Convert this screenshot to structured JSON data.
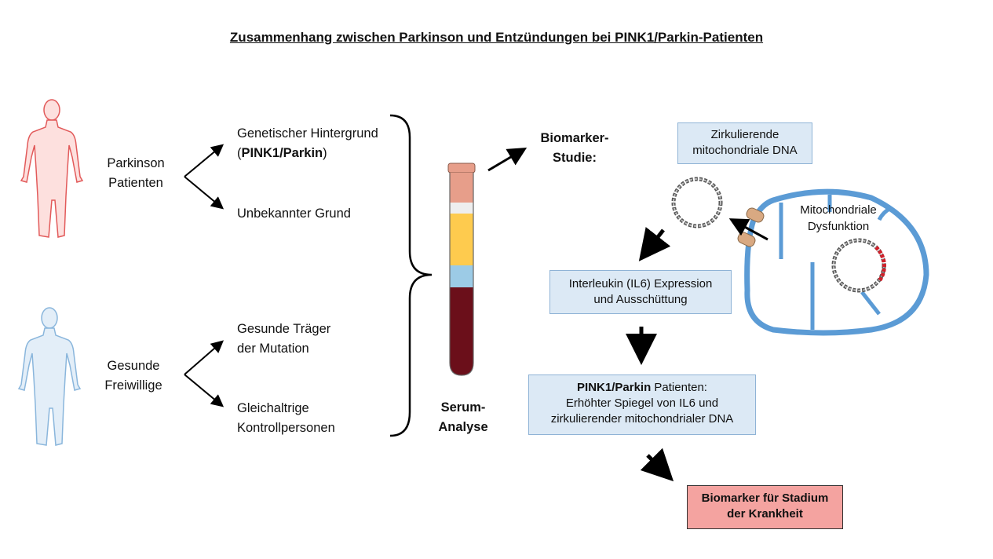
{
  "title": "Zusammenhang zwischen Parkinson und Entzündungen bei PINK1/Parkin-Patienten",
  "groups": {
    "patients": {
      "line1": "Parkinson",
      "line2": "Patienten",
      "color": "#e25a5a"
    },
    "volunteers": {
      "line1": "Gesunde",
      "line2": "Freiwillige",
      "color": "#8ab6dc"
    }
  },
  "branches": {
    "genetic_line1": "Genetischer Hintergrund",
    "genetic_paren_open": "(",
    "genetic_bold": "PINK1/Parkin",
    "genetic_paren_close": ")",
    "unknown": "Unbekannter Grund",
    "carriers_line1": "Gesunde Träger",
    "carriers_line2": "der Mutation",
    "controls_line1": "Gleichaltrige",
    "controls_line2": "Kontrollpersonen"
  },
  "serum": {
    "line1": "Serum-",
    "line2": "Analyse"
  },
  "biomarker": {
    "line1": "Biomarker-",
    "line2": "Studie:"
  },
  "boxes": {
    "mtdna_line1": "Zirkulierende",
    "mtdna_line2": "mitochondriale DNA",
    "il6_line1": "Interleukin (IL6) Expression",
    "il6_line2": "und Ausschüttung",
    "result_bold": "PINK1/Parkin",
    "result_rest": " Patienten:",
    "result_line2": "Erhöhter Spiegel von IL6 und",
    "result_line3": "zirkulierender mitochondrialer DNA",
    "final_line1": "Biomarker für Stadium",
    "final_line2": "der Krankheit"
  },
  "mito": {
    "line1": "Mitochondriale",
    "line2": "Dysfunktion",
    "color": "#5b9bd5"
  },
  "tube": {
    "cap": "#e79e8a",
    "serum": "#fecb4e",
    "buffy": "#9ccbe6",
    "blood": "#6b0f1a"
  }
}
